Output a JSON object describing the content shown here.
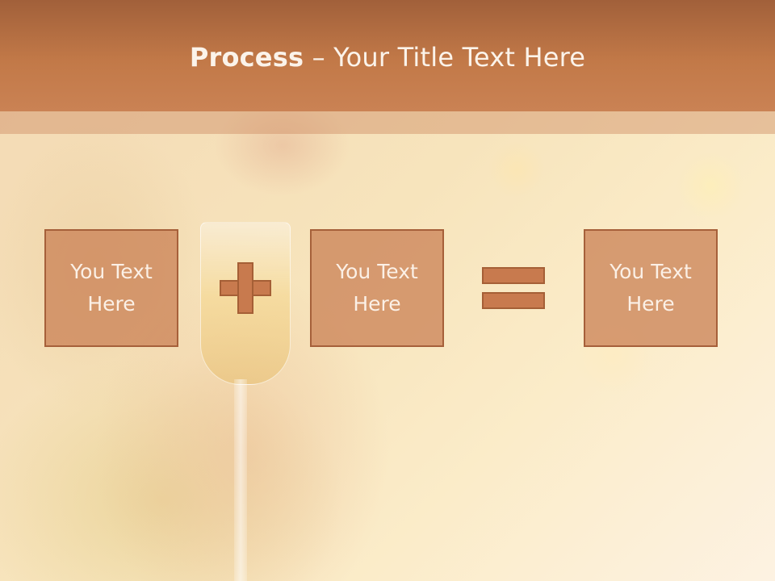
{
  "slide": {
    "title_bold": "Process",
    "title_rest": " – Your Title Text Here"
  },
  "process": {
    "boxes": [
      {
        "label": "You Text\nHere"
      },
      {
        "label": "You Text\nHere"
      },
      {
        "label": "You Text\nHere"
      }
    ],
    "operators": [
      "plus-icon",
      "equals-icon"
    ]
  },
  "colors": {
    "header": "#c27948",
    "box_fill": "#cc8458",
    "box_border": "#a6603a",
    "text_light": "#fbf0e6"
  }
}
